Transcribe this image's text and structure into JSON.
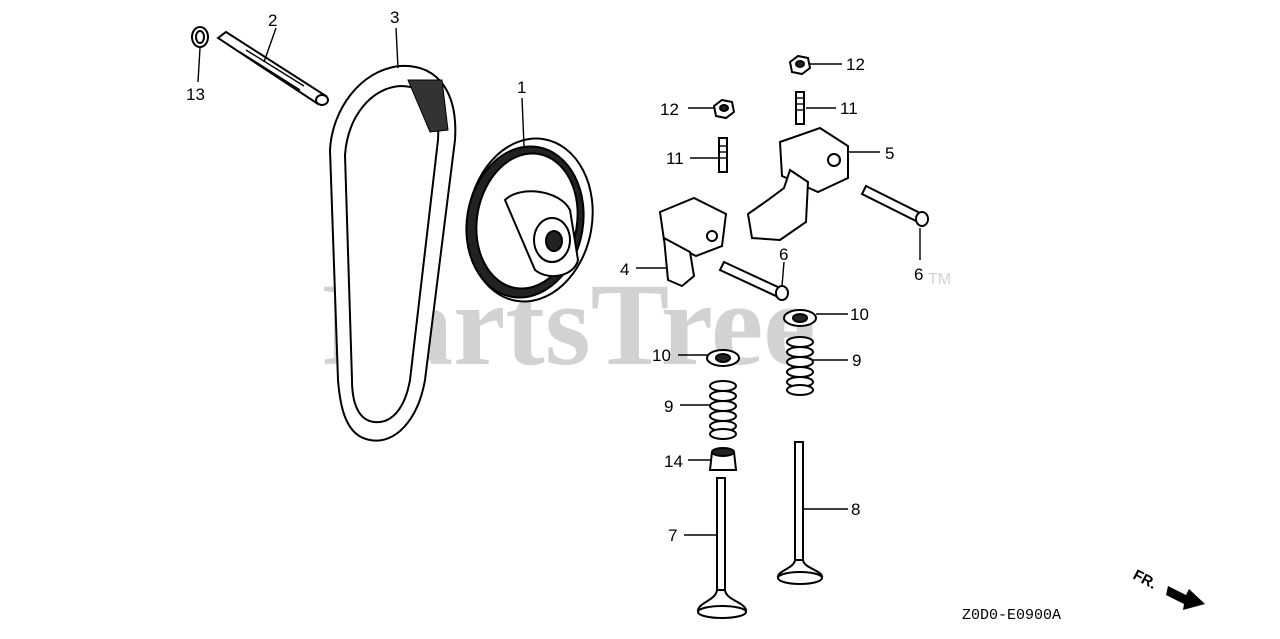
{
  "watermark": {
    "text": "PartsTree",
    "tm": "TM"
  },
  "diagram_code": "Z0D0-E0900A",
  "direction_label": "FR.",
  "callouts": {
    "c1": "1",
    "c2": "2",
    "c3": "3",
    "c4": "4",
    "c5": "5",
    "c6a": "6",
    "c6b": "6",
    "c7": "7",
    "c8": "8",
    "c9a": "9",
    "c9b": "9",
    "c10a": "10",
    "c10b": "10",
    "c11a": "11",
    "c11b": "11",
    "c12a": "12",
    "c12b": "12",
    "c13": "13",
    "c14": "14"
  },
  "parts": [
    {
      "id": "1",
      "name": "camshaft-pulley"
    },
    {
      "id": "2",
      "name": "shaft"
    },
    {
      "id": "3",
      "name": "timing-belt"
    },
    {
      "id": "4",
      "name": "rocker-arm"
    },
    {
      "id": "5",
      "name": "rocker-arm"
    },
    {
      "id": "6",
      "name": "rocker-arm-shaft"
    },
    {
      "id": "7",
      "name": "intake-valve"
    },
    {
      "id": "8",
      "name": "exhaust-valve"
    },
    {
      "id": "9",
      "name": "valve-spring"
    },
    {
      "id": "10",
      "name": "valve-spring-retainer"
    },
    {
      "id": "11",
      "name": "adjusting-screw"
    },
    {
      "id": "12",
      "name": "nut"
    },
    {
      "id": "13",
      "name": "o-ring"
    },
    {
      "id": "14",
      "name": "valve-stem-seal"
    }
  ]
}
